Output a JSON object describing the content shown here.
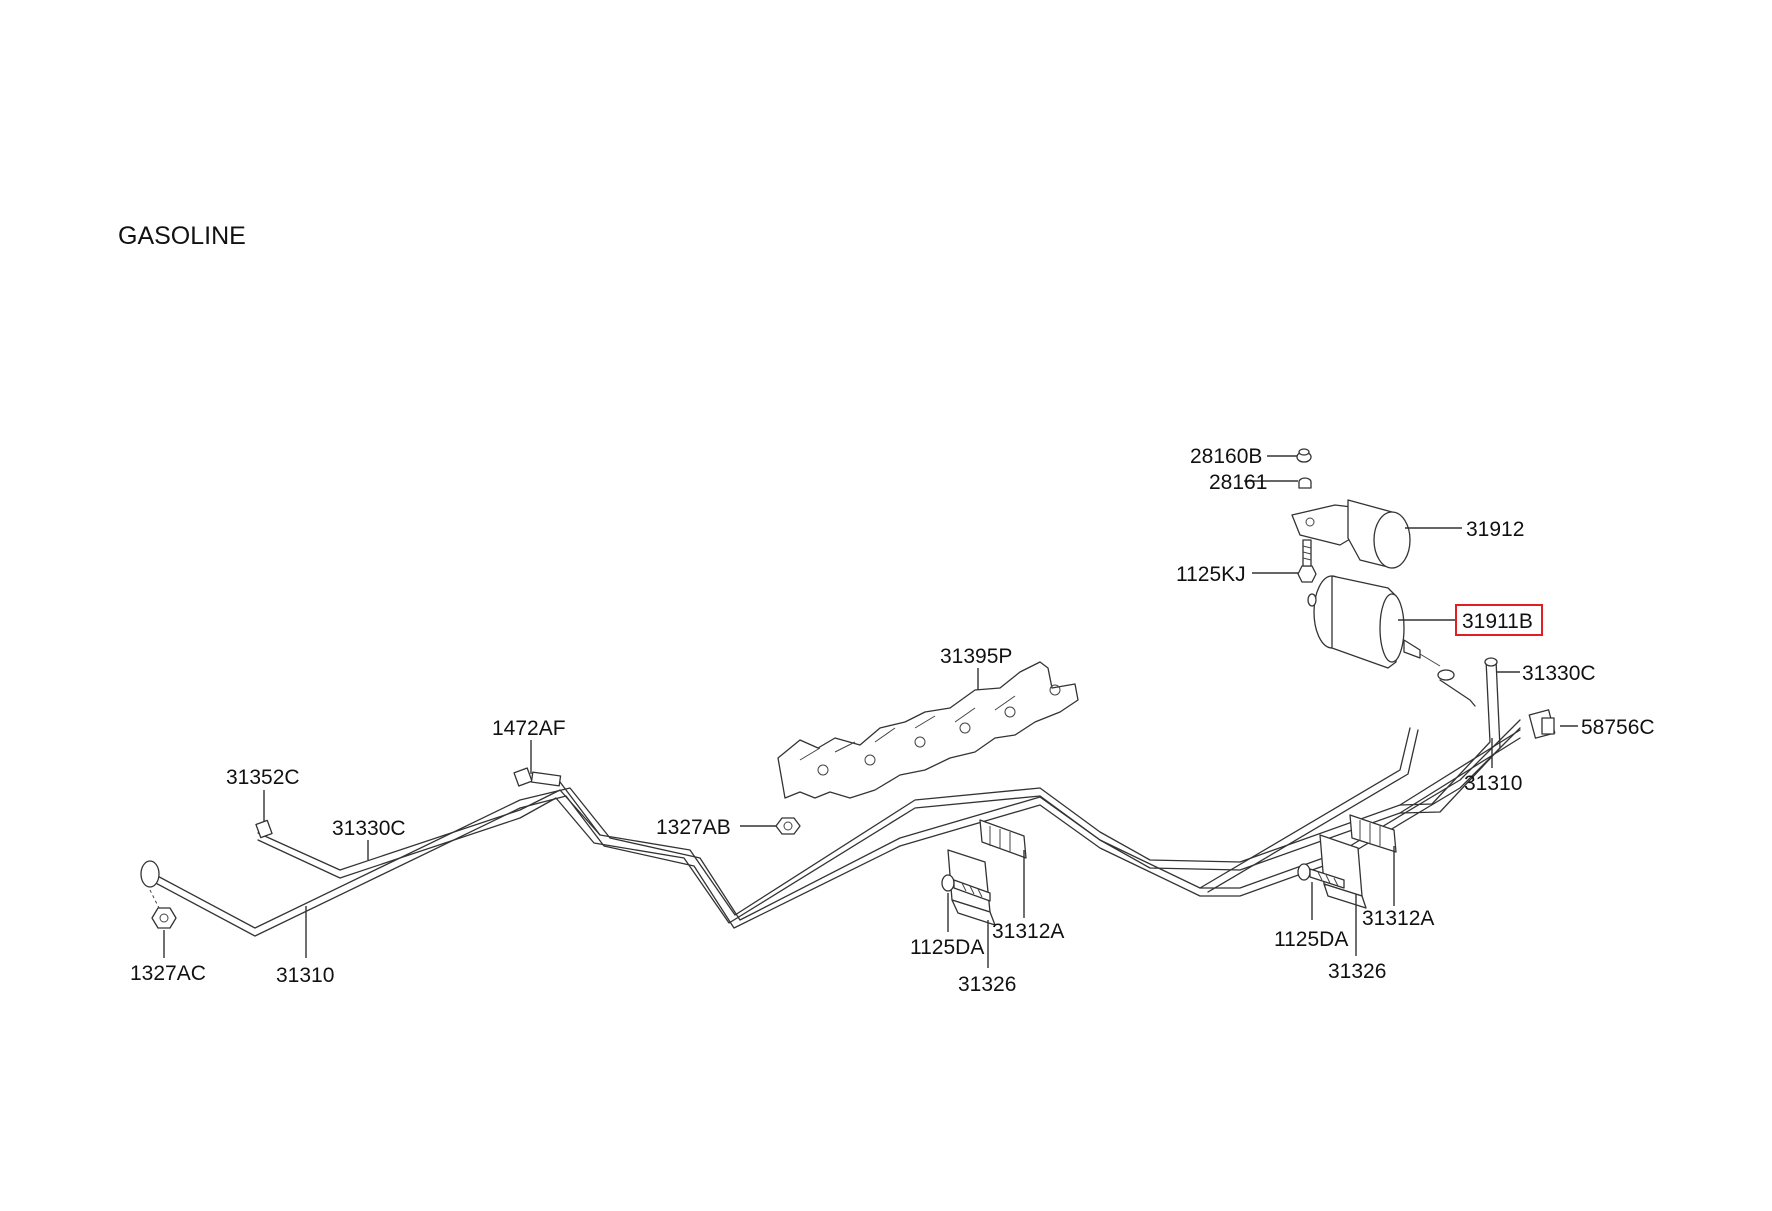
{
  "section_label": "GASOLINE",
  "highlight_color": "#e02020",
  "line_color": "#333333",
  "callouts": [
    {
      "id": "28160B",
      "text": "28160B"
    },
    {
      "id": "28161",
      "text": "28161"
    },
    {
      "id": "31912",
      "text": "31912"
    },
    {
      "id": "1125KJ",
      "text": "1125KJ"
    },
    {
      "id": "31911B",
      "text": "31911B",
      "highlighted": true
    },
    {
      "id": "31330C-right",
      "text": "31330C"
    },
    {
      "id": "58756C",
      "text": "58756C"
    },
    {
      "id": "31310-right",
      "text": "31310"
    },
    {
      "id": "31395P",
      "text": "31395P"
    },
    {
      "id": "1472AF",
      "text": "1472AF"
    },
    {
      "id": "31352C",
      "text": "31352C"
    },
    {
      "id": "31330C-left",
      "text": "31330C"
    },
    {
      "id": "1327AB",
      "text": "1327AB"
    },
    {
      "id": "1327AC",
      "text": "1327AC"
    },
    {
      "id": "31310-left",
      "text": "31310"
    },
    {
      "id": "1125DA-left",
      "text": "1125DA"
    },
    {
      "id": "31312A-left",
      "text": "31312A"
    },
    {
      "id": "31326-left",
      "text": "31326"
    },
    {
      "id": "1125DA-right",
      "text": "1125DA"
    },
    {
      "id": "31312A-right",
      "text": "31312A"
    },
    {
      "id": "31326-right",
      "text": "31326"
    }
  ]
}
